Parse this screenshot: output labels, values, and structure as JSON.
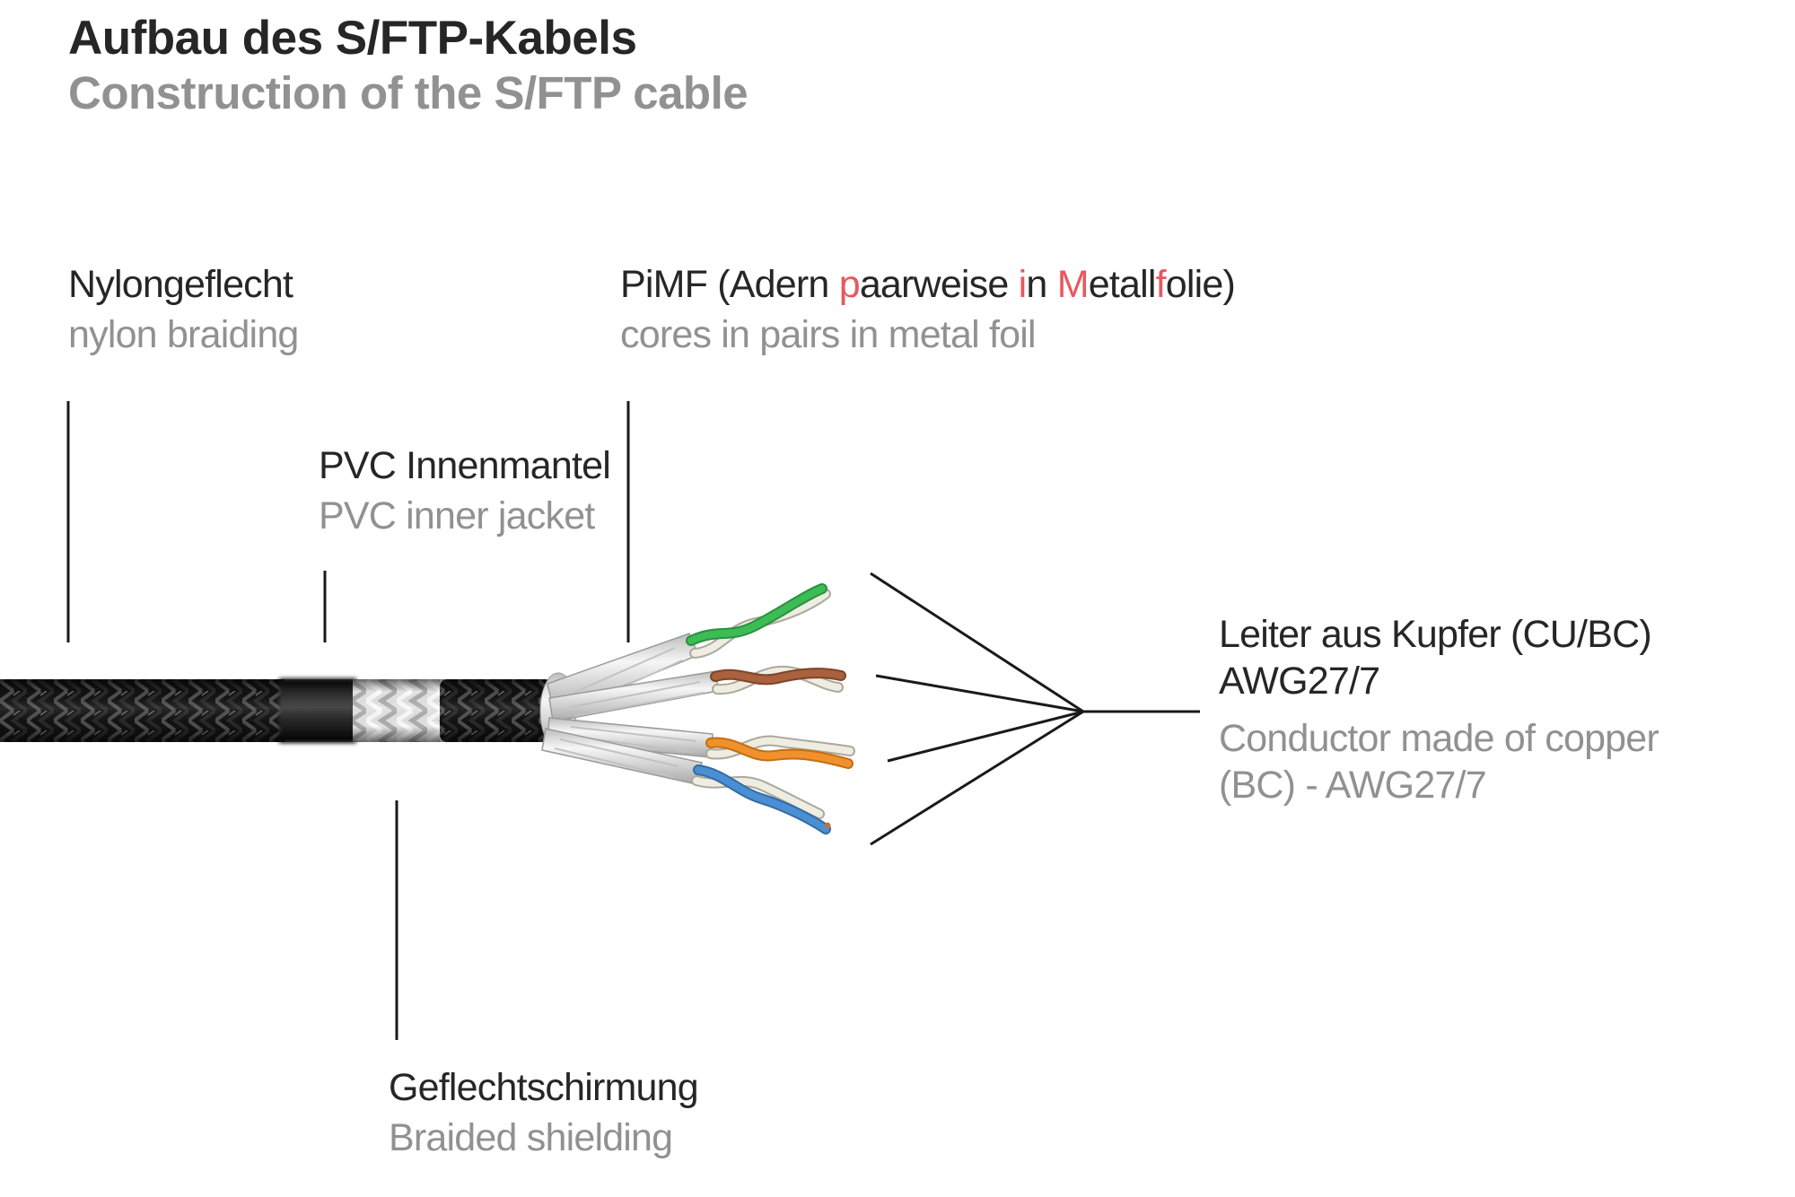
{
  "header": {
    "title_de": "Aufbau des S/FTP-Kabels",
    "title_en": "Construction of the S/FTP cable"
  },
  "colors": {
    "text_dark": "#262626",
    "text_gray": "#919191",
    "accent_red": "#e7595e",
    "line": "#1a1a1a"
  },
  "labels": {
    "nylon": {
      "de": "Nylongeflecht",
      "en": "nylon braiding"
    },
    "pimf": {
      "de_segments": [
        {
          "text": "PiMF (Adern ",
          "red": false
        },
        {
          "text": "p",
          "red": true
        },
        {
          "text": "aarweise ",
          "red": false
        },
        {
          "text": "i",
          "red": true
        },
        {
          "text": "n ",
          "red": false
        },
        {
          "text": "M",
          "red": true
        },
        {
          "text": "etall",
          "red": false
        },
        {
          "text": "f",
          "red": true
        },
        {
          "text": "olie)",
          "red": false
        }
      ],
      "en": "cores in pairs in metal foil"
    },
    "pvc": {
      "de": "PVC Innenmantel",
      "en": "PVC inner jacket"
    },
    "conductor": {
      "de_line1": "Leiter aus Kupfer (CU/BC)",
      "de_line2": "AWG27/7",
      "en_line1": "Conductor made of copper",
      "en_line2": "(BC) - AWG27/7"
    },
    "braid_shield": {
      "de": "Geflechtschirmung",
      "en": "Braided shielding"
    }
  },
  "cable": {
    "segments": [
      {
        "name": "nylon-braiding-outer"
      },
      {
        "name": "pvc-inner-jacket"
      },
      {
        "name": "braided-shielding"
      },
      {
        "name": "inner-braid"
      },
      {
        "name": "foil-wrapped-pairs"
      }
    ],
    "pairs": [
      {
        "name": "green-pair",
        "color": "#3cbc55"
      },
      {
        "name": "brown-pair",
        "color": "#a9613e"
      },
      {
        "name": "orange-pair",
        "color": "#f0912d"
      },
      {
        "name": "blue-pair",
        "color": "#4a8fd4"
      }
    ],
    "white_wire_color": "#efece1",
    "foil_color": "#d9d9d9",
    "copper_tip_color": "#b87346"
  }
}
